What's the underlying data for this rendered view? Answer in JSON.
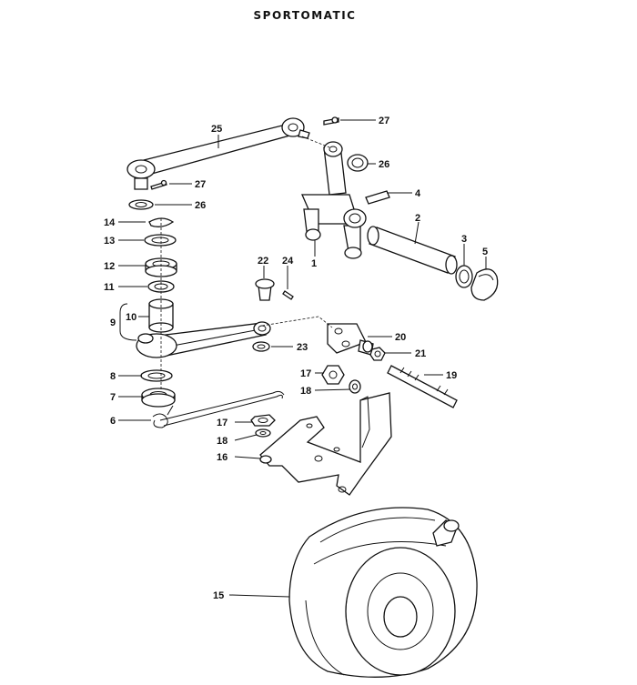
{
  "header": {
    "title": "SPORTOMATIC"
  },
  "callouts": {
    "p1": "1",
    "p2": "2",
    "p3": "3",
    "p4": "4",
    "p5": "5",
    "p6": "6",
    "p7": "7",
    "p8": "8",
    "p9": "9",
    "p10": "10",
    "p11": "11",
    "p12": "12",
    "p13": "13",
    "p14": "14",
    "p15": "15",
    "p16": "16",
    "p17a": "17",
    "p17b": "17",
    "p18a": "18",
    "p18b": "18",
    "p19": "19",
    "p20": "20",
    "p21": "21",
    "p22": "22",
    "p23": "23",
    "p24": "24",
    "p25": "25",
    "p26a": "26",
    "p26b": "26",
    "p27a": "27",
    "p27b": "27"
  }
}
